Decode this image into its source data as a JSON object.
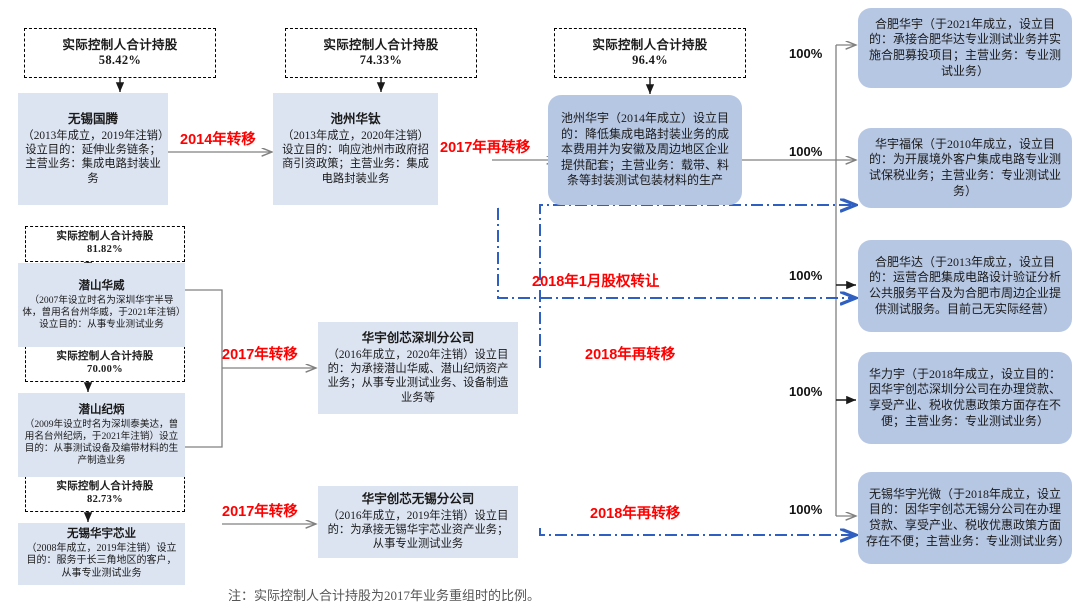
{
  "diagram": {
    "note": "注：实际控制人合计持股为2017年业务重组时的比例。",
    "colors": {
      "entity_fill": "#dce4f2",
      "rounded_fill": "#b6c7e4",
      "transfer_label": "#ff0000",
      "solid_arrow": "#808080",
      "dashed_arrow": "#2f5fc0"
    },
    "ownership_boxes": [
      {
        "id": "own-wuxi-guoteng",
        "line1": "实际控制人合计持股",
        "line2": "58.42%"
      },
      {
        "id": "own-chizhou-huatai",
        "line1": "实际控制人合计持股",
        "line2": "74.33%"
      },
      {
        "id": "own-chizhou-huayu",
        "line1": "实际控制人合计持股",
        "line2": "96.4%"
      },
      {
        "id": "own-qianshan-huawei",
        "line1": "实际控制人合计持股",
        "line2": "81.82%"
      },
      {
        "id": "own-qianshan-jibing",
        "line1": "实际控制人合计持股",
        "line2": "70.00%"
      },
      {
        "id": "own-wuxi-huayu-xinye",
        "line1": "实际控制人合计持股",
        "line2": "82.73%"
      }
    ],
    "entities": [
      {
        "id": "wuxi-guoteng",
        "name": "无锡国腾",
        "desc": "（2013年成立，2019年注销）设立目的：延伸业务链条；主营业务：集成电路封装业务"
      },
      {
        "id": "chizhou-huatai",
        "name": "池州华钛",
        "desc": "（2013年成立，2020年注销）设立目的：响应池州市政府招商引资政策；主营业务：集成电路封装业务"
      },
      {
        "id": "qianshan-huawei",
        "name": "潜山华威",
        "desc": "（2007年设立时名为深圳华宇半导体，曾用名台州华威，于2021年注销）设立目的：从事专业测试业务"
      },
      {
        "id": "qianshan-jibing",
        "name": "潜山纪炳",
        "desc": "（2009年设立时名为深圳泰美达，曾用名台州纪炳，于2021年注销）设立目的：从事测试设备及编带材料的生产制造业务"
      },
      {
        "id": "wuxi-huayu-xinye",
        "name": "无锡华宇芯业",
        "desc": "（2008年成立，2019年注销）设立目的：服务于长三角地区的客户，从事专业测试业务"
      },
      {
        "id": "huayu-chuangxin-shenzhen",
        "name": "华宇创芯深圳分公司",
        "desc": "（2016年成立，2020年注销）设立目的：为承接潜山华威、潜山纪炳资产业务；从事专业测试业务、设备制造业务等"
      },
      {
        "id": "huayu-chuangxin-wuxi",
        "name": "华宇创芯无锡分公司",
        "desc": "（2016年成立，2019年注销）设立目的：为承接无锡华宇芯业资产业务；从事专业测试业务"
      }
    ],
    "chizhou_huayu": {
      "id": "chizhou-huayu",
      "text": "池州华宇（2014年成立）设立目的：降低集成电路封装业务的成本费用并为安徽及周边地区企业提供配套；主营业务：载带、料条等封装测试包装材料的生产"
    },
    "subsidiaries": [
      {
        "id": "hefei-huayu",
        "text": "合肥华宇（于2021年成立，设立目的：承接合肥华达专业测试业务并实施合肥募投项目；主营业务：专业测试业务）"
      },
      {
        "id": "huayu-fubao",
        "text": "华宇福保（于2010年成立，设立目的：为开展境外客户集成电路专业测试保税业务；主营业务：专业测试业务）"
      },
      {
        "id": "hefei-huada",
        "text": "合肥华达（于2013年成立，设立目的：运营合肥集成电路设计验证分析公共服务平台及为合肥市周边企业提供测试服务。目前己无实际经营）"
      },
      {
        "id": "hualiyu",
        "text": "华力宇（于2018年成立，设立目的：因华宇创芯深圳分公司在办理贷款、享受产业、税收优惠政策方面存在不便；主营业务：专业测试业务）"
      },
      {
        "id": "wuxi-huayu-guangwei",
        "text": "无锡华宇光微（于2018年成立，设立目的：因华宇创芯无锡分公司在办理贷款、享受产业、税收优惠政策方面存在不便；主营业务：专业测试业务）"
      }
    ],
    "transfer_labels": [
      {
        "id": "transfer-2014",
        "text": "2014年转移"
      },
      {
        "id": "transfer-2017-again",
        "text": "2017年再转移"
      },
      {
        "id": "equity-transfer-2018-01",
        "text": "2018年1月股权转让"
      },
      {
        "id": "transfer-2017-a",
        "text": "2017年转移"
      },
      {
        "id": "transfer-2018-again-a",
        "text": "2018年再转移"
      },
      {
        "id": "transfer-2017-b",
        "text": "2017年转移"
      },
      {
        "id": "transfer-2018-again-b",
        "text": "2018年再转移"
      }
    ],
    "percent_labels": [
      {
        "id": "pct-hefei-huayu",
        "text": "100%"
      },
      {
        "id": "pct-huayu-fubao",
        "text": "100%"
      },
      {
        "id": "pct-hefei-huada",
        "text": "100%"
      },
      {
        "id": "pct-hualiyu",
        "text": "100%"
      },
      {
        "id": "pct-wuxi-huayu-guangwei",
        "text": "100%"
      }
    ]
  }
}
